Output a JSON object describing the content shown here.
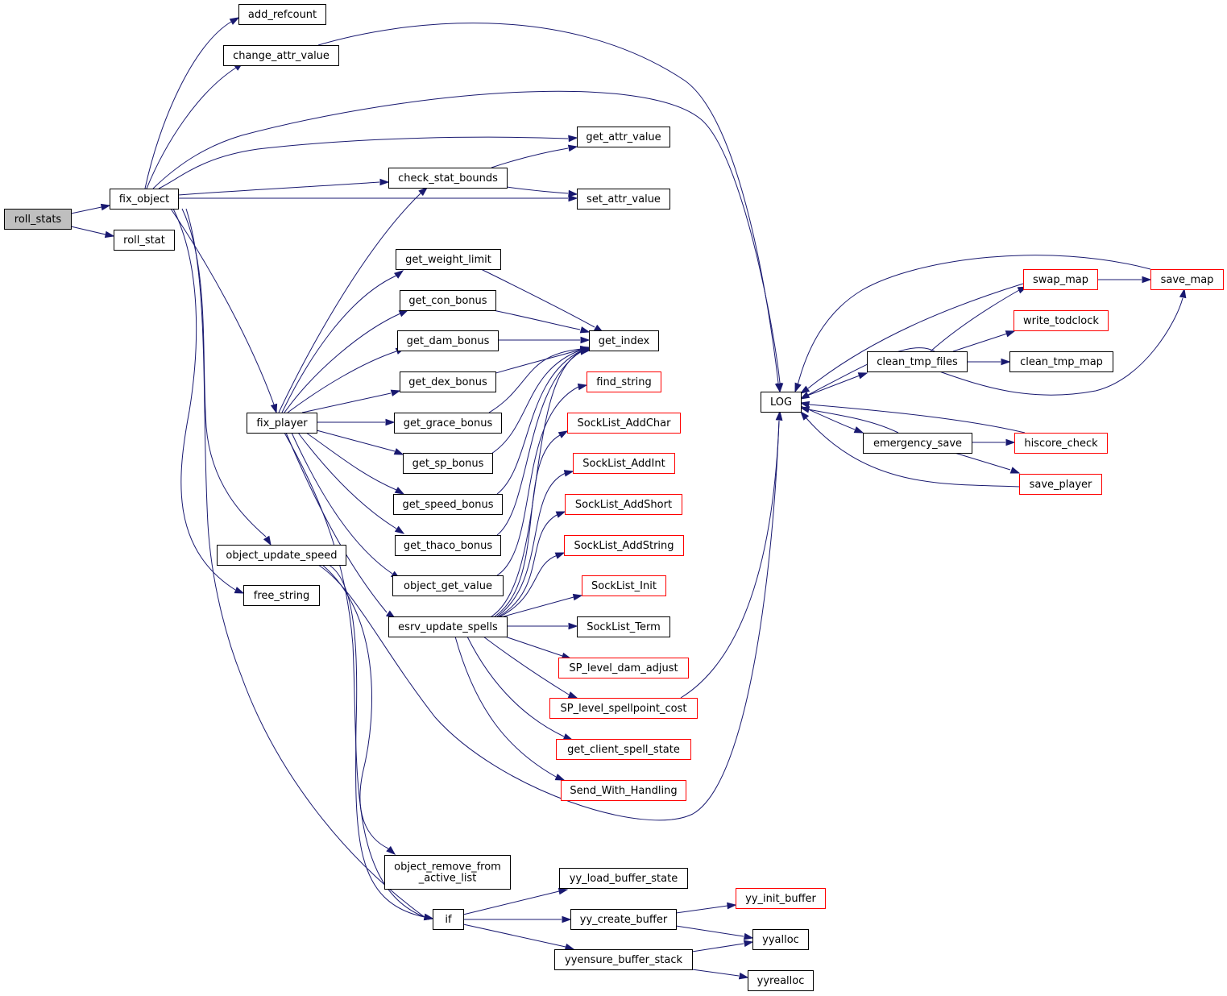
{
  "colors": {
    "edge": "#191970",
    "node_border": "#000000",
    "node_border_truncated": "#ff0000",
    "node_fill": "#ffffff",
    "root_fill": "#bfbfbf"
  },
  "nodes": {
    "roll_stats": {
      "label": "roll_stats",
      "root": true
    },
    "fix_object": {
      "label": "fix_object"
    },
    "roll_stat": {
      "label": "roll_stat"
    },
    "add_refcount": {
      "label": "add_refcount"
    },
    "change_attr_value": {
      "label": "change_attr_value"
    },
    "get_attr_value": {
      "label": "get_attr_value"
    },
    "check_stat_bounds": {
      "label": "check_stat_bounds"
    },
    "set_attr_value": {
      "label": "set_attr_value"
    },
    "get_weight_limit": {
      "label": "get_weight_limit"
    },
    "get_con_bonus": {
      "label": "get_con_bonus"
    },
    "get_dam_bonus": {
      "label": "get_dam_bonus"
    },
    "get_dex_bonus": {
      "label": "get_dex_bonus"
    },
    "get_grace_bonus": {
      "label": "get_grace_bonus"
    },
    "get_sp_bonus": {
      "label": "get_sp_bonus"
    },
    "get_speed_bonus": {
      "label": "get_speed_bonus"
    },
    "get_thaco_bonus": {
      "label": "get_thaco_bonus"
    },
    "object_get_value": {
      "label": "object_get_value"
    },
    "fix_player": {
      "label": "fix_player"
    },
    "esrv_update_spells": {
      "label": "esrv_update_spells"
    },
    "get_index": {
      "label": "get_index"
    },
    "find_string": {
      "label": "find_string",
      "truncated": true
    },
    "SockList_AddChar": {
      "label": "SockList_AddChar",
      "truncated": true
    },
    "SockList_AddInt": {
      "label": "SockList_AddInt",
      "truncated": true
    },
    "SockList_AddShort": {
      "label": "SockList_AddShort",
      "truncated": true
    },
    "SockList_AddString": {
      "label": "SockList_AddString",
      "truncated": true
    },
    "SockList_Init": {
      "label": "SockList_Init",
      "truncated": true
    },
    "SockList_Term": {
      "label": "SockList_Term"
    },
    "SP_level_dam_adjust": {
      "label": "SP_level_dam_adjust",
      "truncated": true
    },
    "SP_level_spellpoint_cost": {
      "label": "SP_level_spellpoint_cost",
      "truncated": true
    },
    "get_client_spell_state": {
      "label": "get_client_spell_state",
      "truncated": true
    },
    "Send_With_Handling": {
      "label": "Send_With_Handling",
      "truncated": true
    },
    "object_update_speed": {
      "label": "object_update_speed"
    },
    "free_string": {
      "label": "free_string"
    },
    "object_remove_from_active_list": {
      "label": "object_remove_from\n_active_list"
    },
    "if": {
      "label": "if"
    },
    "yy_load_buffer_state": {
      "label": "yy_load_buffer_state"
    },
    "yy_create_buffer": {
      "label": "yy_create_buffer"
    },
    "yyensure_buffer_stack": {
      "label": "yyensure_buffer_stack"
    },
    "yy_init_buffer": {
      "label": "yy_init_buffer",
      "truncated": true
    },
    "yyalloc": {
      "label": "yyalloc"
    },
    "yyrealloc": {
      "label": "yyrealloc"
    },
    "LOG": {
      "label": "LOG"
    },
    "clean_tmp_files": {
      "label": "clean_tmp_files"
    },
    "emergency_save": {
      "label": "emergency_save"
    },
    "swap_map": {
      "label": "swap_map",
      "truncated": true
    },
    "write_todclock": {
      "label": "write_todclock",
      "truncated": true
    },
    "clean_tmp_map": {
      "label": "clean_tmp_map"
    },
    "save_map": {
      "label": "save_map",
      "truncated": true
    },
    "hiscore_check": {
      "label": "hiscore_check",
      "truncated": true
    },
    "save_player": {
      "label": "save_player",
      "truncated": true
    }
  },
  "edges": [
    [
      "roll_stats",
      "fix_object"
    ],
    [
      "roll_stats",
      "roll_stat"
    ],
    [
      "fix_object",
      "add_refcount"
    ],
    [
      "fix_object",
      "change_attr_value"
    ],
    [
      "fix_object",
      "LOG"
    ],
    [
      "fix_object",
      "get_attr_value"
    ],
    [
      "fix_object",
      "check_stat_bounds"
    ],
    [
      "fix_object",
      "set_attr_value"
    ],
    [
      "fix_object",
      "fix_player"
    ],
    [
      "fix_object",
      "object_update_speed"
    ],
    [
      "fix_object",
      "free_string"
    ],
    [
      "fix_object",
      "if"
    ],
    [
      "change_attr_value",
      "LOG"
    ],
    [
      "check_stat_bounds",
      "get_attr_value"
    ],
    [
      "check_stat_bounds",
      "set_attr_value"
    ],
    [
      "fix_player",
      "check_stat_bounds"
    ],
    [
      "fix_player",
      "get_weight_limit"
    ],
    [
      "fix_player",
      "get_con_bonus"
    ],
    [
      "fix_player",
      "get_dam_bonus"
    ],
    [
      "fix_player",
      "get_dex_bonus"
    ],
    [
      "fix_player",
      "get_grace_bonus"
    ],
    [
      "fix_player",
      "get_sp_bonus"
    ],
    [
      "fix_player",
      "get_speed_bonus"
    ],
    [
      "fix_player",
      "get_thaco_bonus"
    ],
    [
      "fix_player",
      "object_get_value"
    ],
    [
      "fix_player",
      "esrv_update_spells"
    ],
    [
      "fix_player",
      "if"
    ],
    [
      "get_weight_limit",
      "get_index"
    ],
    [
      "get_con_bonus",
      "get_index"
    ],
    [
      "get_dam_bonus",
      "get_index"
    ],
    [
      "get_dex_bonus",
      "get_index"
    ],
    [
      "get_grace_bonus",
      "get_index"
    ],
    [
      "get_sp_bonus",
      "get_index"
    ],
    [
      "get_speed_bonus",
      "get_index"
    ],
    [
      "get_thaco_bonus",
      "get_index"
    ],
    [
      "object_get_value",
      "find_string"
    ],
    [
      "esrv_update_spells",
      "get_index"
    ],
    [
      "esrv_update_spells",
      "SockList_AddChar"
    ],
    [
      "esrv_update_spells",
      "SockList_AddInt"
    ],
    [
      "esrv_update_spells",
      "SockList_AddShort"
    ],
    [
      "esrv_update_spells",
      "SockList_AddString"
    ],
    [
      "esrv_update_spells",
      "SockList_Init"
    ],
    [
      "esrv_update_spells",
      "SockList_Term"
    ],
    [
      "esrv_update_spells",
      "SP_level_dam_adjust"
    ],
    [
      "esrv_update_spells",
      "SP_level_spellpoint_cost"
    ],
    [
      "esrv_update_spells",
      "get_client_spell_state"
    ],
    [
      "esrv_update_spells",
      "Send_With_Handling"
    ],
    [
      "SP_level_spellpoint_cost",
      "LOG"
    ],
    [
      "object_update_speed",
      "LOG"
    ],
    [
      "object_update_speed",
      "object_remove_from_active_list"
    ],
    [
      "object_update_speed",
      "if"
    ],
    [
      "if",
      "yy_load_buffer_state"
    ],
    [
      "if",
      "yy_create_buffer"
    ],
    [
      "if",
      "yyensure_buffer_stack"
    ],
    [
      "yy_create_buffer",
      "yy_init_buffer"
    ],
    [
      "yy_create_buffer",
      "yyalloc"
    ],
    [
      "yyensure_buffer_stack",
      "yyalloc"
    ],
    [
      "yyensure_buffer_stack",
      "yyrealloc"
    ],
    [
      "LOG",
      "clean_tmp_files"
    ],
    [
      "LOG",
      "emergency_save"
    ],
    [
      "clean_tmp_files",
      "LOG"
    ],
    [
      "clean_tmp_files",
      "swap_map"
    ],
    [
      "clean_tmp_files",
      "write_todclock"
    ],
    [
      "clean_tmp_files",
      "clean_tmp_map"
    ],
    [
      "clean_tmp_files",
      "save_map"
    ],
    [
      "swap_map",
      "LOG"
    ],
    [
      "swap_map",
      "save_map"
    ],
    [
      "save_map",
      "LOG"
    ],
    [
      "emergency_save",
      "LOG"
    ],
    [
      "emergency_save",
      "hiscore_check"
    ],
    [
      "emergency_save",
      "save_player"
    ],
    [
      "hiscore_check",
      "LOG"
    ],
    [
      "save_player",
      "LOG"
    ]
  ]
}
